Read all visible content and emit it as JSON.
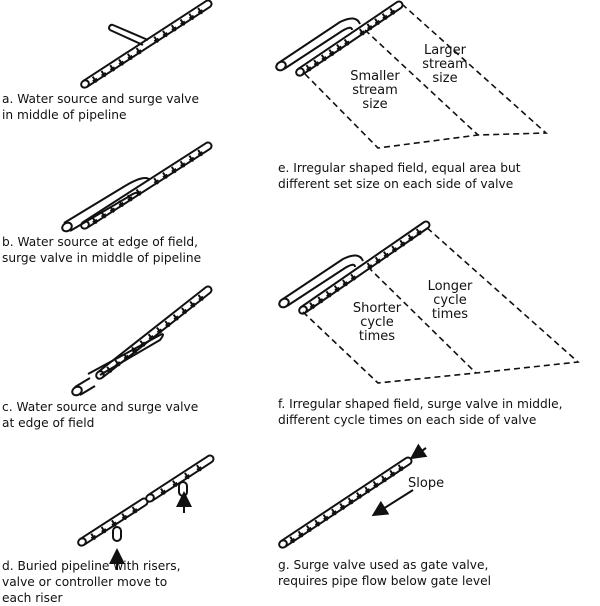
{
  "panels": {
    "a": {
      "caption": [
        "a.  Water source and surge valve",
        "in middle of pipeline"
      ]
    },
    "b": {
      "caption": [
        "b.  Water source at edge of field,",
        "surge valve in middle of pipeline"
      ]
    },
    "c": {
      "caption": [
        "c.  Water source and surge valve",
        "at edge of field"
      ]
    },
    "d": {
      "caption": [
        "d.  Buried pipeline with risers,",
        "valve or controller move to",
        "each riser"
      ]
    },
    "e": {
      "caption": [
        "e.  Irregular shaped field, equal area but",
        "different set size on each side of valve"
      ],
      "left_label": [
        "Smaller",
        "stream",
        "size"
      ],
      "right_label": [
        "Larger",
        "stream",
        "size"
      ]
    },
    "f": {
      "caption": [
        "f.  Irregular shaped field, surge valve in middle,",
        "different cycle times on each side of valve"
      ],
      "left_label": [
        "Shorter",
        "cycle",
        "times"
      ],
      "right_label": [
        "Longer",
        "cycle",
        "times"
      ]
    },
    "g": {
      "caption": [
        "g.  Surge valve used as gate valve,",
        "requires pipe flow below gate level"
      ],
      "slope_label": "Slope"
    }
  },
  "colors": {
    "ink": "#111111",
    "paper": "#ffffff"
  }
}
